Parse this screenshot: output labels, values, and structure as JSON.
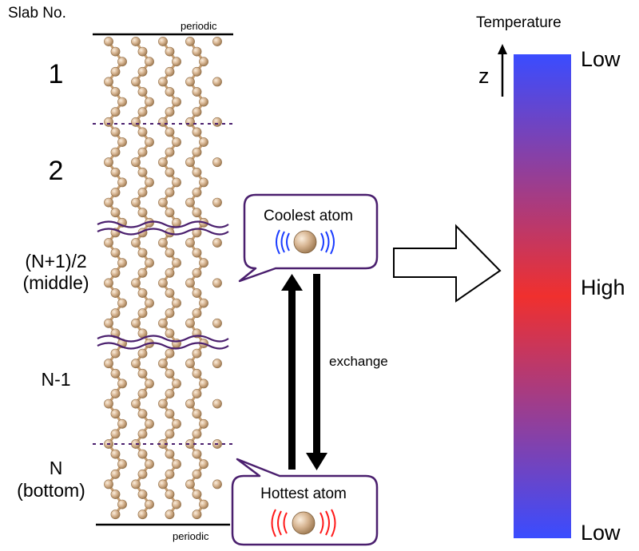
{
  "header": {
    "slab_no": "Slab No.",
    "temperature": "Temperature"
  },
  "boundaries": {
    "top": "periodic",
    "bottom": "periodic"
  },
  "slabs": [
    "1",
    "2",
    "(N+1)/2",
    "(middle)",
    "N-1",
    "N",
    "(bottom)"
  ],
  "bubbles": {
    "coolest": "Coolest atom",
    "hottest": "Hottest atom"
  },
  "exchange": "exchange",
  "axis": "z",
  "temperature_scale": {
    "top": "Low",
    "middle": "High",
    "bottom": "Low"
  },
  "colors": {
    "atom": "#d3b38e",
    "bond": "#c79f73",
    "bubble_border": "#4a1f6e",
    "slab_divider": "#4a1f6e",
    "cool_waves": "#1a3cff",
    "hot_waves": "#ff1a1a",
    "temp_low": "#3a4cff",
    "temp_high": "#f0302e"
  }
}
